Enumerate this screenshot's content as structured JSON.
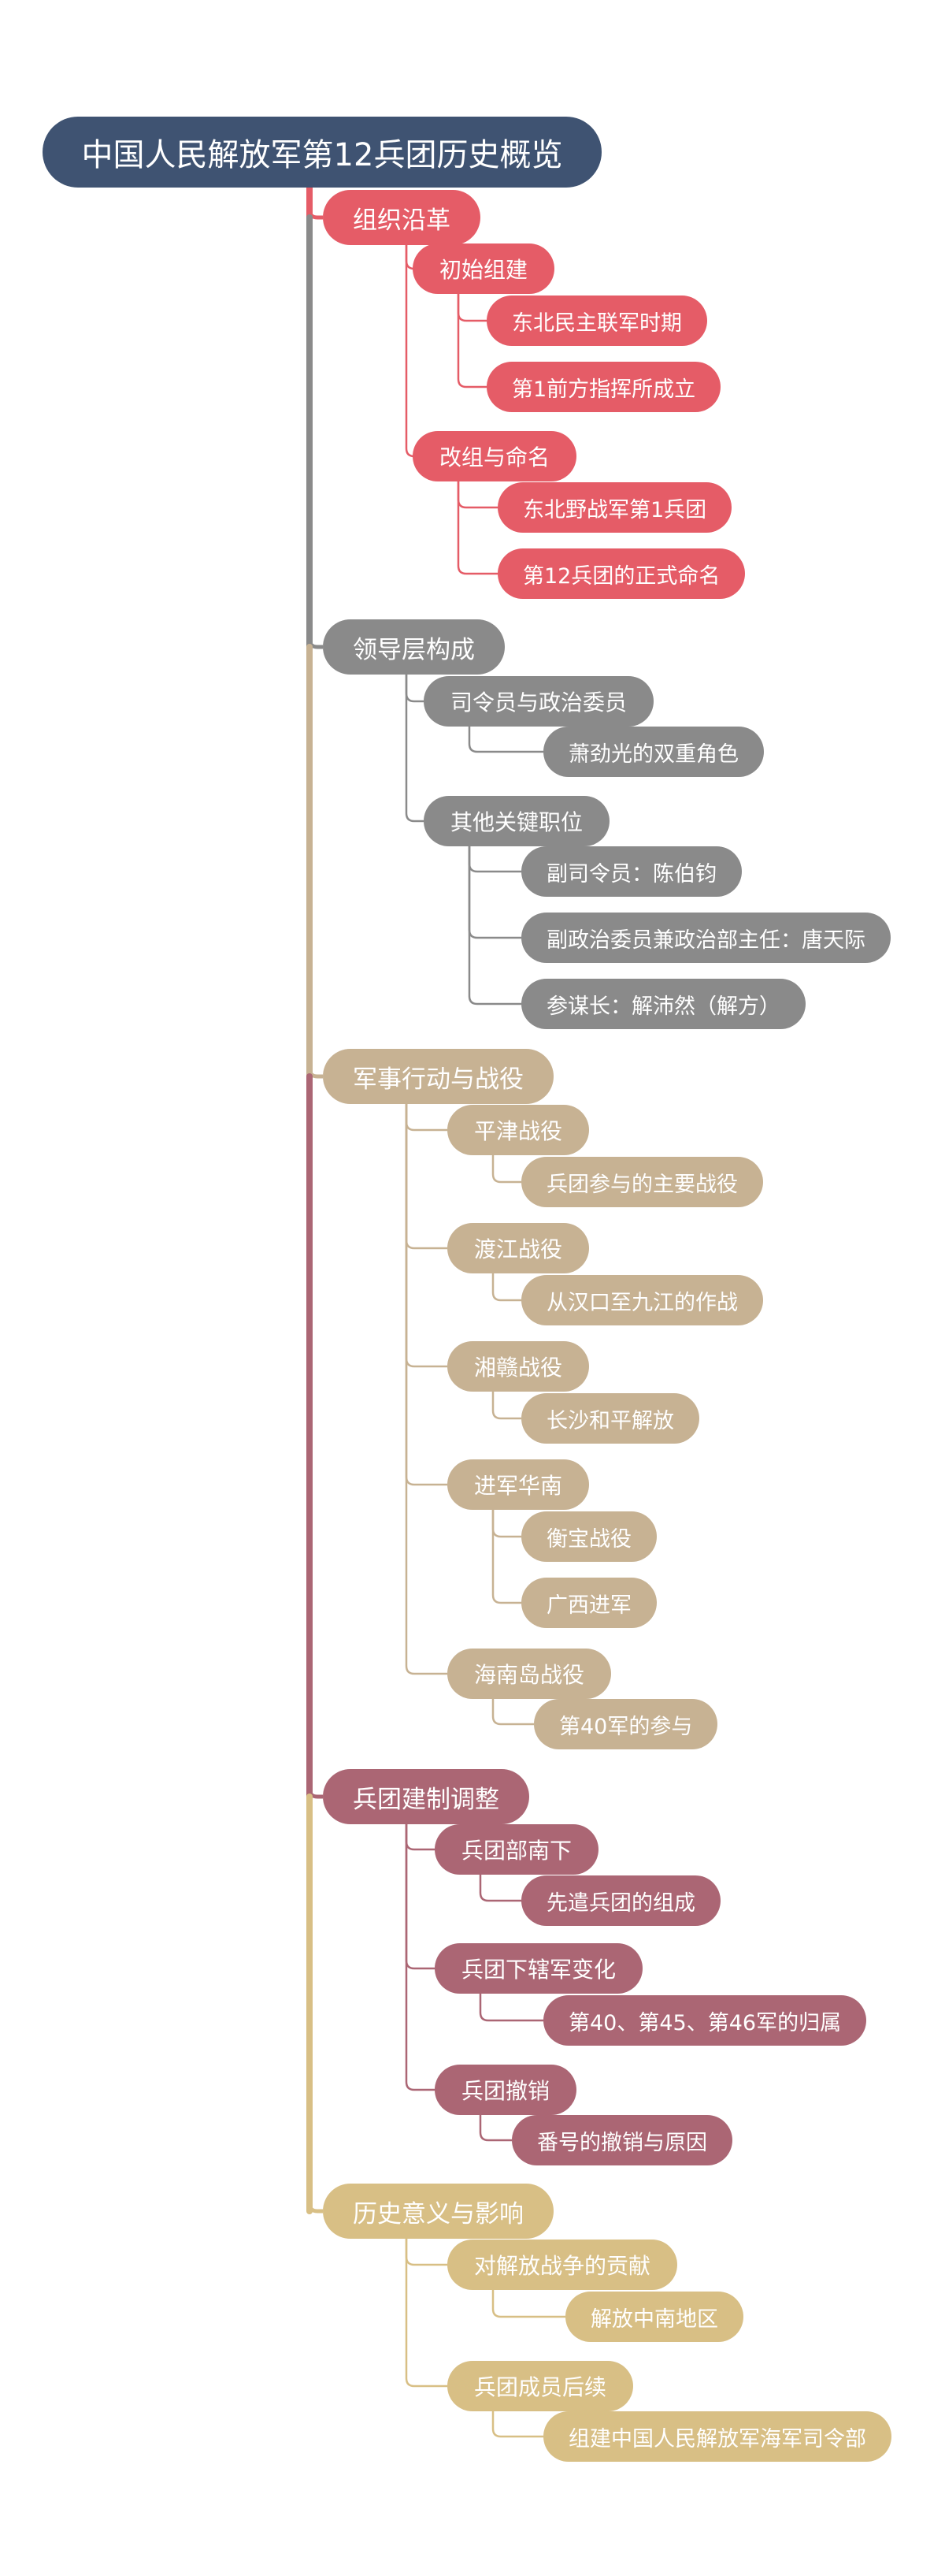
{
  "title": "中国人民解放军第12兵团历史概览",
  "colors": {
    "root": "#3f5372",
    "branch_1": "#e55c67",
    "branch_2": "#8a8a8a",
    "branch_3": "#c7b293",
    "branch_4": "#ab6674",
    "branch_5": "#d8bf85"
  },
  "branches": [
    {
      "label": "组织沿革",
      "children": [
        {
          "label": "初始组建",
          "children": [
            {
              "label": "东北民主联军时期"
            },
            {
              "label": "第1前方指挥所成立"
            }
          ]
        },
        {
          "label": "改组与命名",
          "children": [
            {
              "label": "东北野战军第1兵团"
            },
            {
              "label": "第12兵团的正式命名"
            }
          ]
        }
      ]
    },
    {
      "label": "领导层构成",
      "children": [
        {
          "label": "司令员与政治委员",
          "children": [
            {
              "label": "萧劲光的双重角色"
            }
          ]
        },
        {
          "label": "其他关键职位",
          "children": [
            {
              "label": "副司令员：陈伯钧"
            },
            {
              "label": "副政治委员兼政治部主任：唐天际"
            },
            {
              "label": "参谋长：解沛然（解方）"
            }
          ]
        }
      ]
    },
    {
      "label": "军事行动与战役",
      "children": [
        {
          "label": "平津战役",
          "children": [
            {
              "label": "兵团参与的主要战役"
            }
          ]
        },
        {
          "label": "渡江战役",
          "children": [
            {
              "label": "从汉口至九江的作战"
            }
          ]
        },
        {
          "label": "湘赣战役",
          "children": [
            {
              "label": "长沙和平解放"
            }
          ]
        },
        {
          "label": "进军华南",
          "children": [
            {
              "label": "衡宝战役"
            },
            {
              "label": "广西进军"
            }
          ]
        },
        {
          "label": "海南岛战役",
          "children": [
            {
              "label": "第40军的参与"
            }
          ]
        }
      ]
    },
    {
      "label": "兵团建制调整",
      "children": [
        {
          "label": "兵团部南下",
          "children": [
            {
              "label": "先遣兵团的组成"
            }
          ]
        },
        {
          "label": "兵团下辖军变化",
          "children": [
            {
              "label": "第40、第45、第46军的归属"
            }
          ]
        },
        {
          "label": "兵团撤销",
          "children": [
            {
              "label": "番号的撤销与原因"
            }
          ]
        }
      ]
    },
    {
      "label": "历史意义与影响",
      "children": [
        {
          "label": "对解放战争的贡献",
          "children": [
            {
              "label": "解放中南地区"
            }
          ]
        },
        {
          "label": "兵团成员后续",
          "children": [
            {
              "label": "组建中国人民解放军海军司令部"
            }
          ]
        }
      ]
    }
  ]
}
